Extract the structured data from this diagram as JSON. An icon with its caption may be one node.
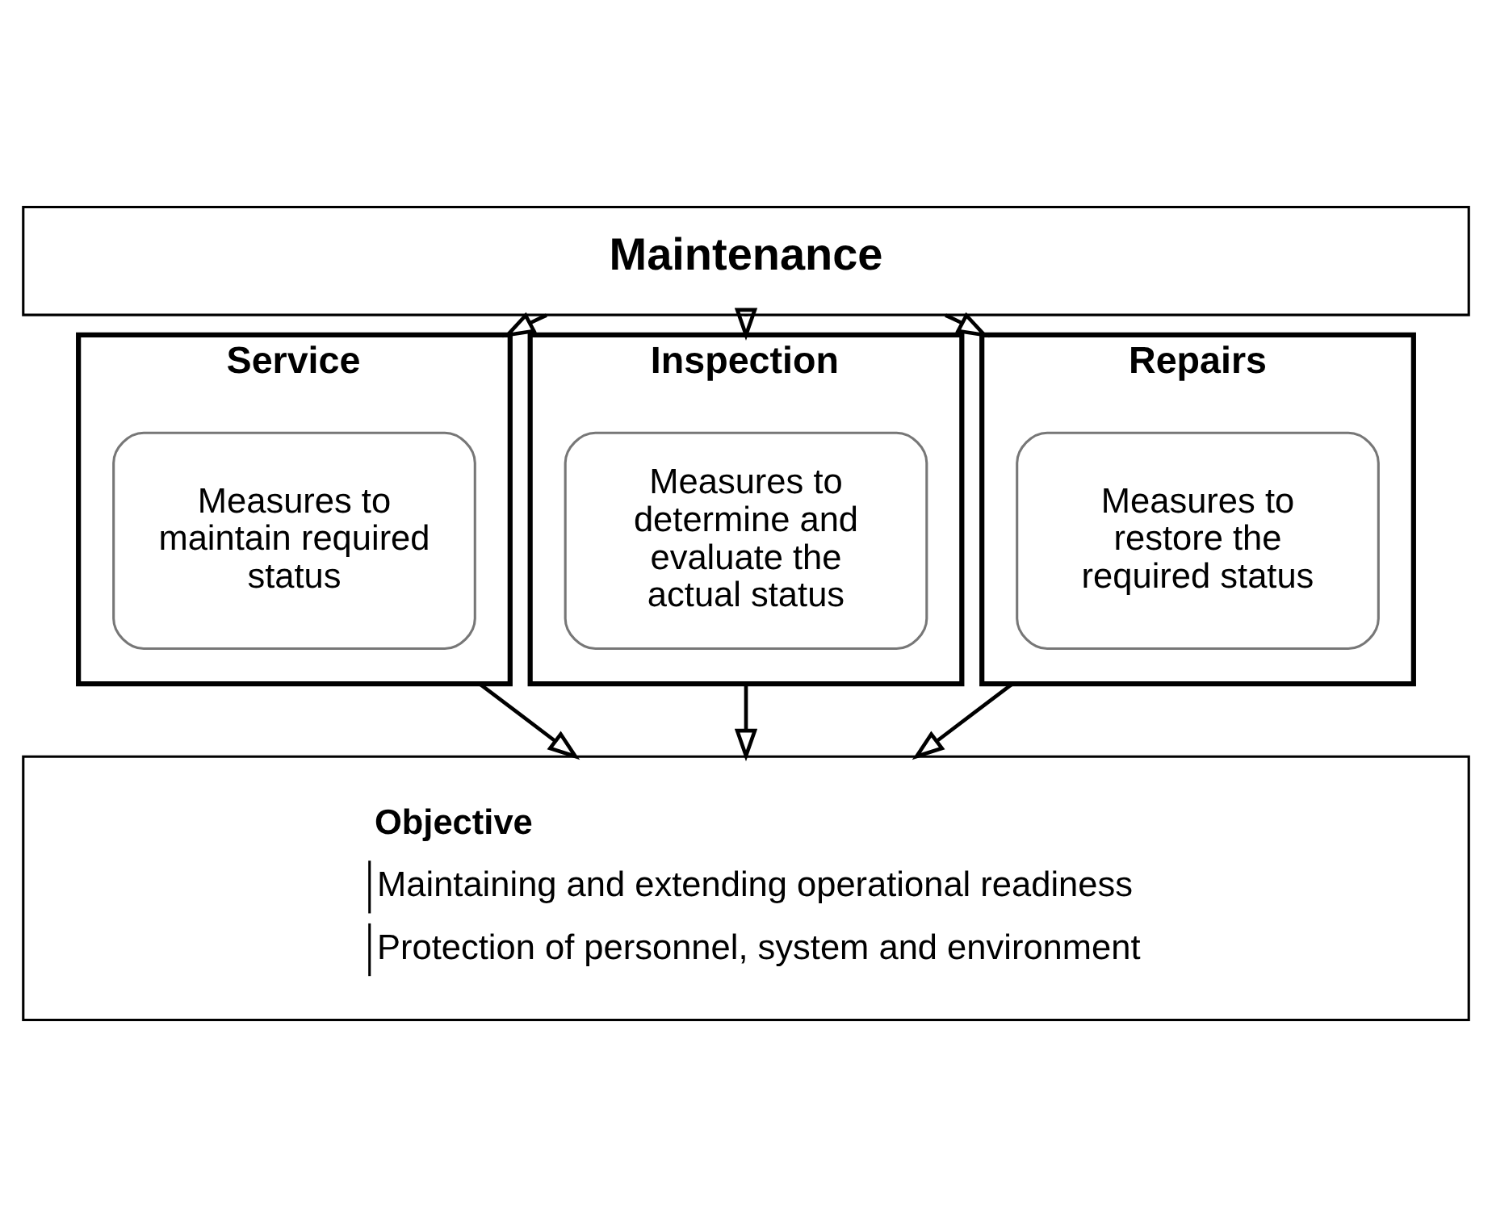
{
  "diagram": {
    "nodes": [
      {
        "text": [
          "Maintenance"
        ]
      },
      {
        "text": [
          "Service"
        ]
      },
      {
        "text": [
          "Measures to maintain required status"
        ],
        "in": 1
      },
      {
        "text": [
          "Inspection"
        ]
      },
      {
        "text": [
          "Measures to determine and evaluate the actual status"
        ],
        "in": 3
      },
      {
        "text": [
          "Repairs"
        ]
      },
      {
        "text": [
          "Measures to restore the required status"
        ],
        "in": 5
      },
      {
        "text": [
          "Objective",
          "Maintaining and extending operational readiness",
          "Protection of personnel, system and environment"
        ]
      }
    ],
    "edges": [
      {
        "from": 0,
        "to": 1,
        "arrow": "to"
      },
      {
        "from": 0,
        "to": 3,
        "arrow": "to"
      },
      {
        "from": 0,
        "to": 5,
        "arrow": "to"
      },
      {
        "from": 1,
        "to": 7,
        "arrow": "to"
      },
      {
        "from": 3,
        "to": 7,
        "arrow": "to"
      },
      {
        "from": 5,
        "to": 7,
        "arrow": "to"
      }
    ]
  }
}
